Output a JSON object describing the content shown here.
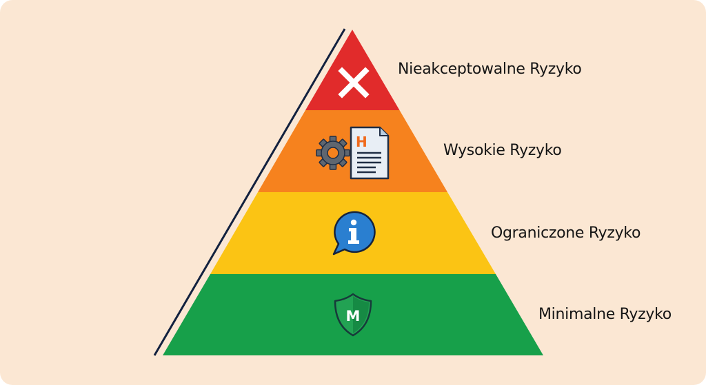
{
  "diagram": {
    "type": "risk-pyramid",
    "background_color": "#fbe7d3",
    "levels": [
      {
        "label": "Nieakceptowalne Ryzyko",
        "color": "#e12b2b",
        "icon": "x-mark-icon"
      },
      {
        "label": "Wysokie Ryzyko",
        "color": "#f6821e",
        "icon": "gear-document-icon",
        "icon_letter": "H"
      },
      {
        "label": "Ograniczone Ryzyko",
        "color": "#fbc414",
        "icon": "info-speech-bubble-icon",
        "icon_letter": "i"
      },
      {
        "label": "Minimalne Ryzyko",
        "color": "#17a04a",
        "icon": "shield-icon",
        "icon_letter": "M"
      }
    ]
  }
}
